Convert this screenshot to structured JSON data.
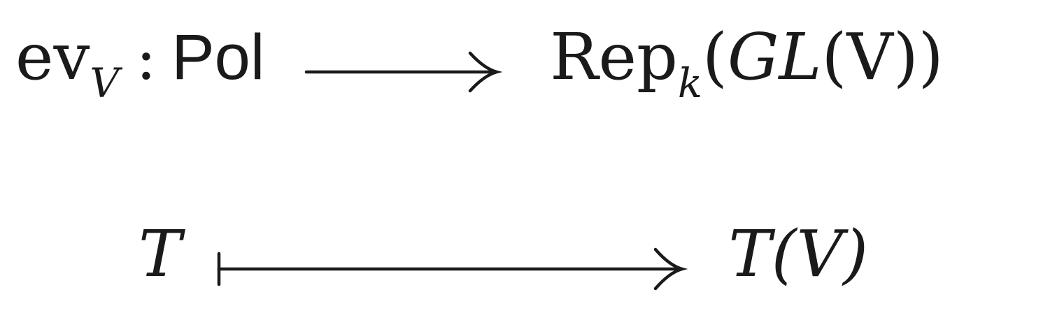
{
  "top_row": {
    "map_name": "ev",
    "map_subscript": "V",
    "colon": ":",
    "domain": "Pol",
    "codomain_name": "Rep",
    "codomain_subscript": "k",
    "codomain_open": "(",
    "codomain_group": "GL",
    "codomain_group_arg": "(V))"
  },
  "bottom_row": {
    "source": "T",
    "target": "T(V)"
  }
}
